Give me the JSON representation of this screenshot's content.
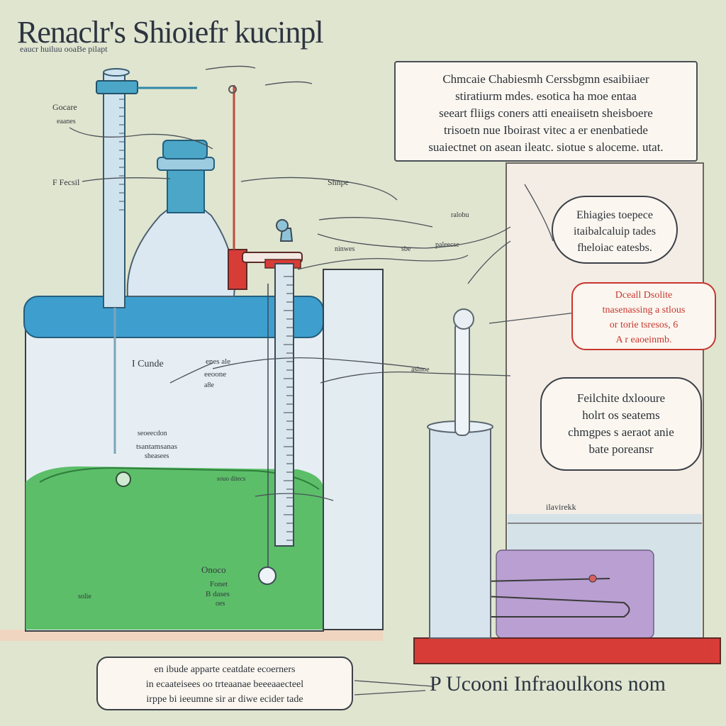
{
  "title": "Renaclr's Shioiefr kucinpl",
  "subtitle": "eaucr   huiluu ooaBe   pilapt",
  "top_box": {
    "lines": [
      "Chmcaie Chabiesmh Cerssbgmn esaibiiaer",
      "stiratiurm mdes. esotica ha moe entaa",
      "seeart fliigs coners atti eneaiisetn sheisboere",
      "trisoetn nue Iboirast vitec a er enenbatiede",
      "suaiectnet on asean ileatc. siotue s aloceme. utat."
    ]
  },
  "oval_callout": {
    "lines": [
      "Ehiagies toepece",
      "itaibalcaluip tades",
      "fheloiac eatesbs."
    ]
  },
  "red_callout": {
    "lines": [
      "Dceall    Dsolite",
      "tnasenassing a stlous",
      "or torie tsresos,  6",
      "A r eaoeinmb."
    ]
  },
  "round_callout": {
    "lines": [
      "Feilchite dxlooure",
      "holrt os seatems",
      "chmgpes s aeraot anie",
      "bate poreansr"
    ]
  },
  "bottom_callout": {
    "lines": [
      "en ibude apparte ceatdate ecoerners",
      "in ecaateisees oo trteaanae beeeaaecteel",
      "irppe bi ieeumne sir ar diwe ecider tade"
    ]
  },
  "bottom_caption": "P Ucooni Infraoulkons nom",
  "labels": {
    "left_top": "Gocare",
    "left_top2": "eaanes",
    "left_mid": "F Fecsil",
    "beaker_label": "I Cunde",
    "beaker_label2": "enes ale",
    "beaker_label3": "eeoone",
    "beaker_label4": "a8e",
    "beaker_label5": "seoeecdon",
    "beaker_label6": "tsantamsanas",
    "beaker_label7": "sheasees",
    "liquid_label": "Onoco",
    "liquid_label2": "Fonet",
    "liquid_label3": "B dases",
    "liquid_label4": "oes",
    "liquid_label5": "solie",
    "surface_label": "souo ditecs",
    "mid_label1": "Shnpe",
    "mid_label2": "ralobu",
    "mid_label3": "ninwes",
    "mid_label4": "sbe",
    "mid_label5": "paleecse",
    "mid_label6": "aslnoe",
    "right_stand_label": "ilavirekk"
  },
  "colors": {
    "background": "#dfe5cf",
    "lid_blue": "#3e9fcf",
    "liquid_green": "#4db85a",
    "glass": "#cfe0ea",
    "red_accent": "#d83c37",
    "purple_block": "#b99fd2",
    "callout_red_text": "#c7362f"
  }
}
